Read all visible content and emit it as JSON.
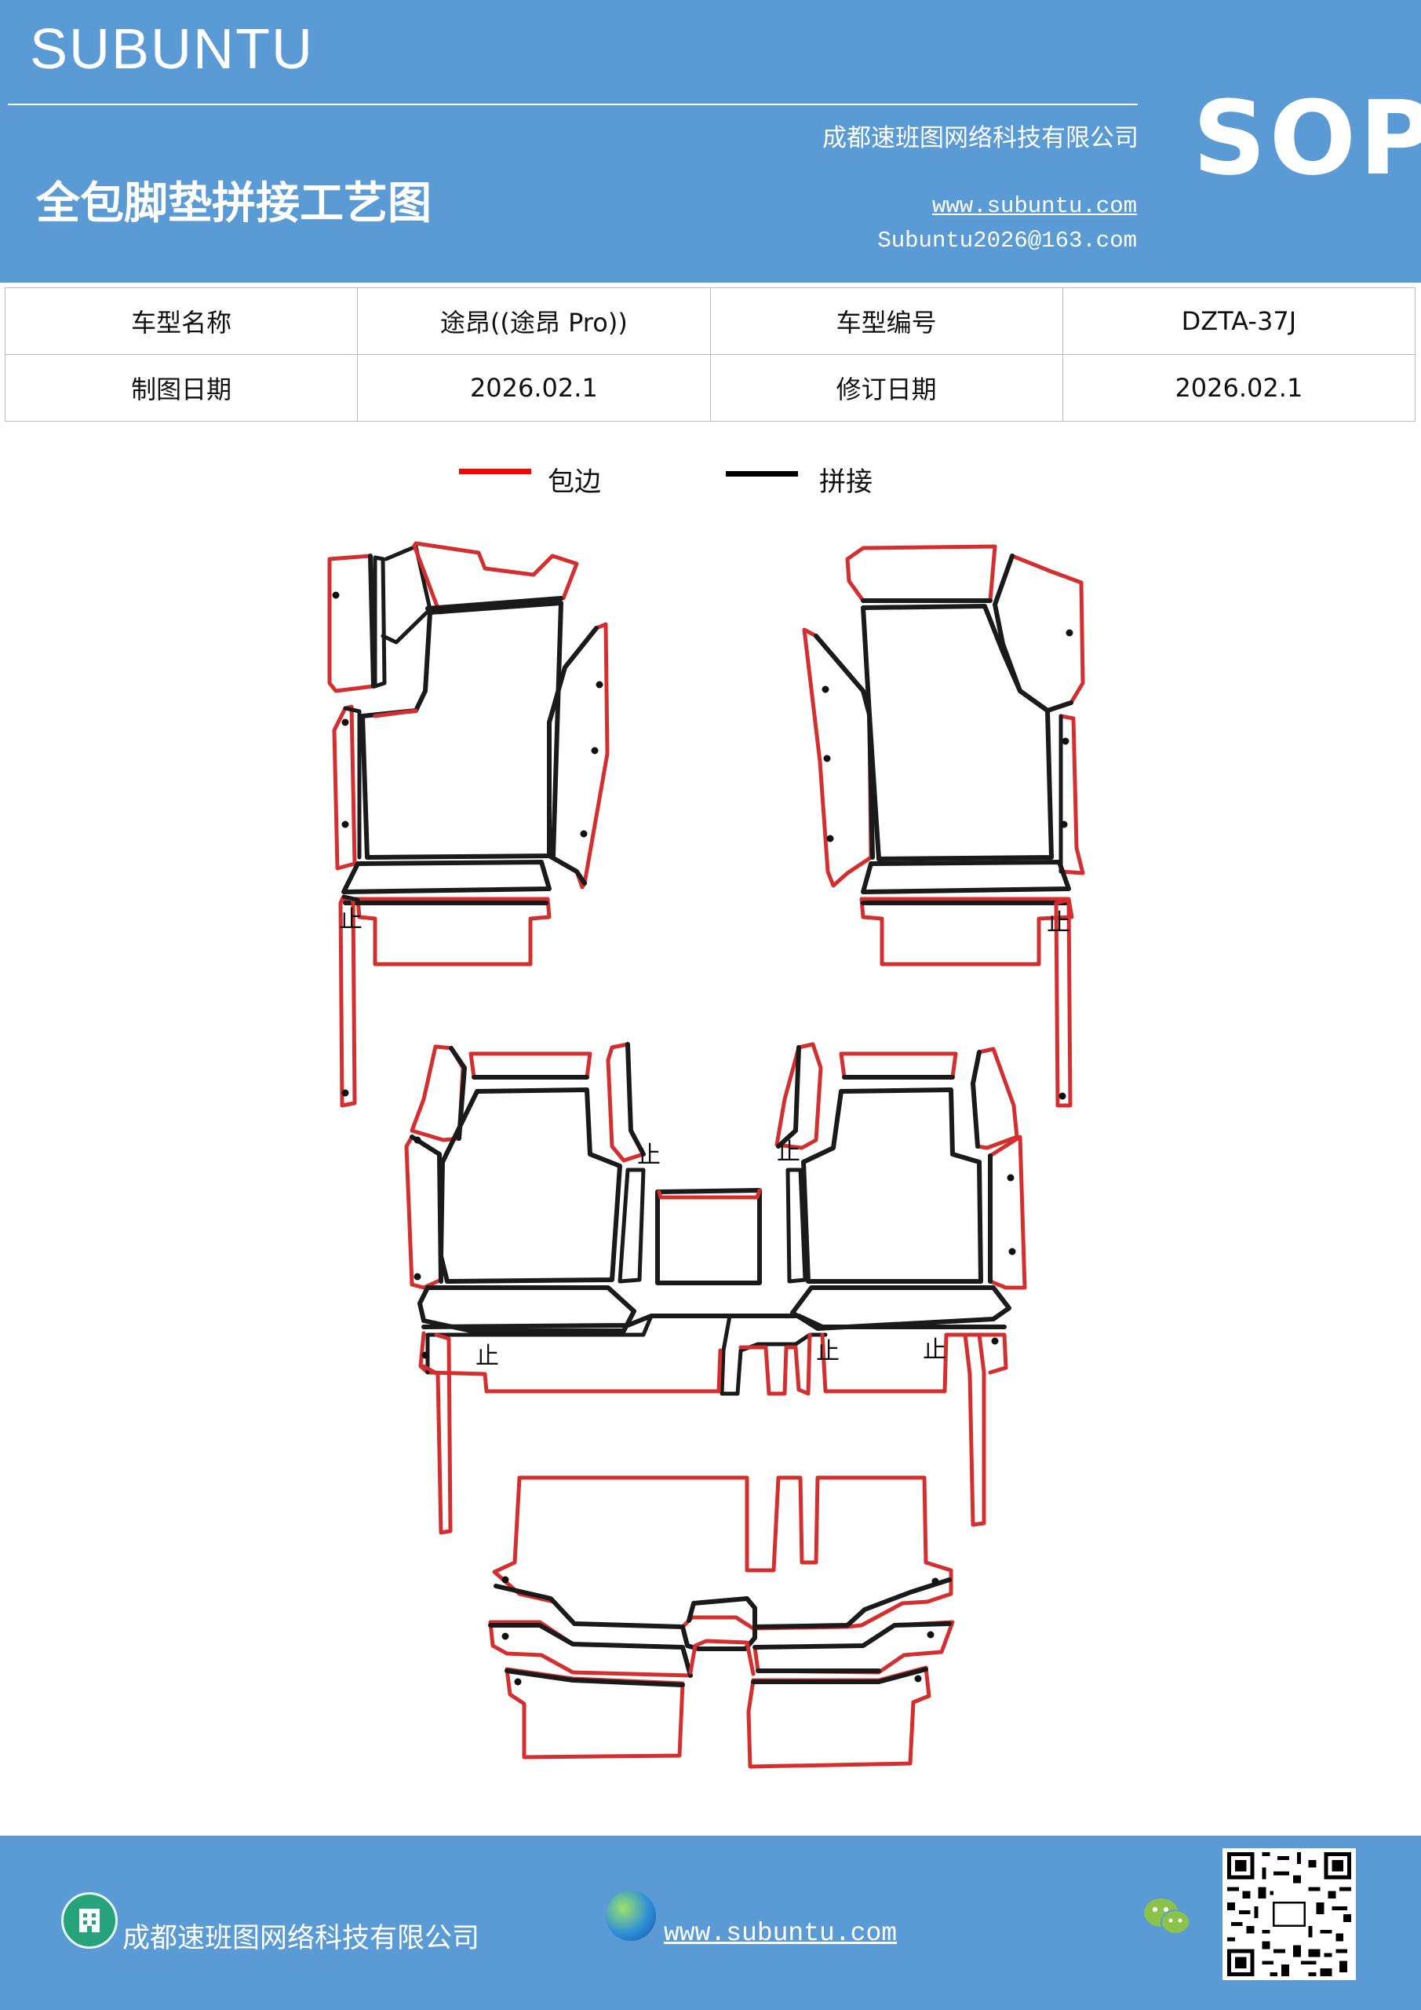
{
  "header": {
    "brand": "SUBUNTU",
    "company": "成都速班图网络科技有限公司",
    "title": "全包脚垫拼接工艺图",
    "website": "www.subuntu.com",
    "email": "Subuntu2026@163.com",
    "sop": "SOP"
  },
  "info_table": {
    "rows": [
      [
        "车型名称",
        "途昂((途昂 Pro))",
        "车型编号",
        "DZTA-37J"
      ],
      [
        "制图日期",
        "2026.02.1",
        "修订日期",
        "2026.02.1"
      ]
    ]
  },
  "legend": {
    "items": [
      {
        "label": "包边",
        "color": "#ff0000"
      },
      {
        "label": "拼接",
        "color": "#000000"
      }
    ]
  },
  "diagram": {
    "marker_text": "止",
    "edge_color": "#d32f2f",
    "seam_color": "#1a1a1a"
  },
  "footer": {
    "company": "成都速班图网络科技有限公司",
    "website": "www.subuntu.com "
  },
  "colors": {
    "brand_blue": "#5b9bd5",
    "white": "#ffffff"
  }
}
